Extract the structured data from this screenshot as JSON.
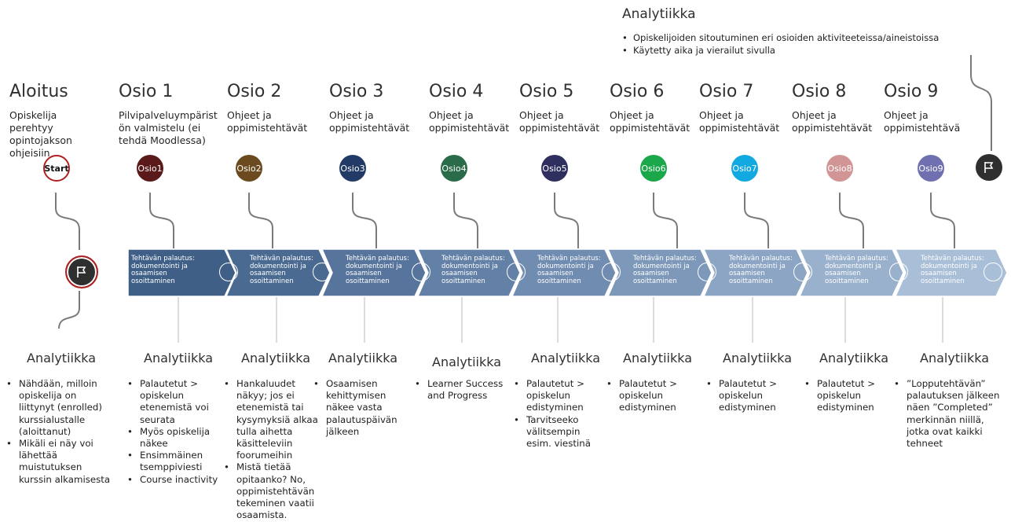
{
  "top_analytics": {
    "title": "Analytiikka",
    "items": [
      "Opiskelijoiden sitoutuminen eri osioiden aktiviteeteissa/aineistoissa",
      "Käytetty aika ja vierailut sivulla"
    ]
  },
  "stages": [
    {
      "title": "Aloitus",
      "desc": "Opiskelija perehtyy opintojakson ohjeisiin",
      "badge": "Start"
    },
    {
      "title": "Osio 1",
      "desc": "Pilvipalveluympärist ön valmistelu (ei tehdä Moodlessa)",
      "badge": "Osio1"
    },
    {
      "title": "Osio 2",
      "desc": "Ohjeet ja oppimistehtävät",
      "badge": "Osio2"
    },
    {
      "title": "Osio 3",
      "desc": "Ohjeet ja oppimistehtävät",
      "badge": "Osio3"
    },
    {
      "title": "Osio 4",
      "desc": "Ohjeet ja oppimistehtävät",
      "badge": "Osio4"
    },
    {
      "title": "Osio 5",
      "desc": "Ohjeet ja oppimistehtävät",
      "badge": "Osio5"
    },
    {
      "title": "Osio 6",
      "desc": "Ohjeet ja oppimistehtävät",
      "badge": "Osio6"
    },
    {
      "title": "Osio 7",
      "desc": "Ohjeet ja oppimistehtävät",
      "badge": "Osio7"
    },
    {
      "title": "Osio 8",
      "desc": "Ohjeet ja oppimistehtävät",
      "badge": "Osio8"
    },
    {
      "title": "Osio 9",
      "desc": "Ohjeet ja oppimistehtävä",
      "badge": "Osio9"
    }
  ],
  "badge_colors": [
    "#ffffff",
    "#5a1a1a",
    "#6b4a1f",
    "#223a66",
    "#2a6b4a",
    "#2e2f5e",
    "#1aa84a",
    "#12a8e0",
    "#d19595",
    "#7070b0"
  ],
  "arrow_colors": [
    "#3f5f87",
    "#4b6a92",
    "#57759c",
    "#6381a6",
    "#708cb0",
    "#7e98ba",
    "#8ca5c4",
    "#9ab1cd",
    "#a9bed7"
  ],
  "arrow_text": [
    "Tehtävän palautus: dokumentointi ja osaamisen osoittaminen",
    "Tehtävän palautus: dokumentointi ja osaamisen osoittaminen",
    "Tehtävän palautus: dokumentointi ja osaamisen osoittaminen",
    "Tehtävän palautus: dokumentointi ja osaamisen osoittaminen",
    "Tehtävän palautus: dokumentointi ja osaamisen osoittaminen",
    "Tehtävän palautus: dokumentointi ja osaamisen osoittaminen",
    "Tehtävän palautus: dokumentointi ja osaamisen osoittaminen",
    "Tehtävän palautus: dokumentointi ja osaamisen osoittaminen",
    "Tehtävän palautus: dokumentointi ja osaamisen osoittaminen"
  ],
  "analytics": [
    {
      "title": "Analytiikka",
      "items": [
        "Nähdään, milloin opiskelija on liittynyt (enrolled) kurssialustalle (aloittanut)",
        "Mikäli ei näy voi lähettää muistutuksen kurssin alkamisesta"
      ]
    },
    {
      "title": "Analytiikka",
      "items": [
        "Palautetut > opiskelun etenemistä voi seurata",
        "Myös opiskelija näkee",
        "Ensimmäinen tsemppiviesti",
        "Course inactivity"
      ]
    },
    {
      "title": "Analytiikka",
      "items": [
        "Hankaluudet näkyy; jos ei etenemistä tai kysymyksiä alkaa tulla aihetta käsitteleviin foorumeihin",
        "Mistä tietää opitaanko? No, oppimistehtävän tekeminen vaatii osaamista."
      ]
    },
    {
      "title": "Analytiikka",
      "items": [
        "Osaamisen kehittymisen näkee vasta palautuspäivän jälkeen"
      ]
    },
    {
      "title": "Analytiikka",
      "items": [
        "Learner Success and Progress"
      ]
    },
    {
      "title": "Analytiikka",
      "items": [
        "Palautetut > opiskelun edistyminen",
        "Tarvitseeko välitsempin esim. viestinä"
      ]
    },
    {
      "title": "Analytiikka",
      "items": [
        "Palautetut > opiskelun edistyminen"
      ]
    },
    {
      "title": "Analytiikka",
      "items": [
        "Palautetut > opiskelun edistyminen"
      ]
    },
    {
      "title": "Analytiikka",
      "items": [
        "Palautetut > opiskelun edistyminen"
      ]
    },
    {
      "title": "Analytiikka",
      "items": [
        "”Lopputehtävän” palautuksen jälkeen näen ”Completed” merkinnän niillä, jotka ovat kaikki tehneet"
      ]
    }
  ]
}
